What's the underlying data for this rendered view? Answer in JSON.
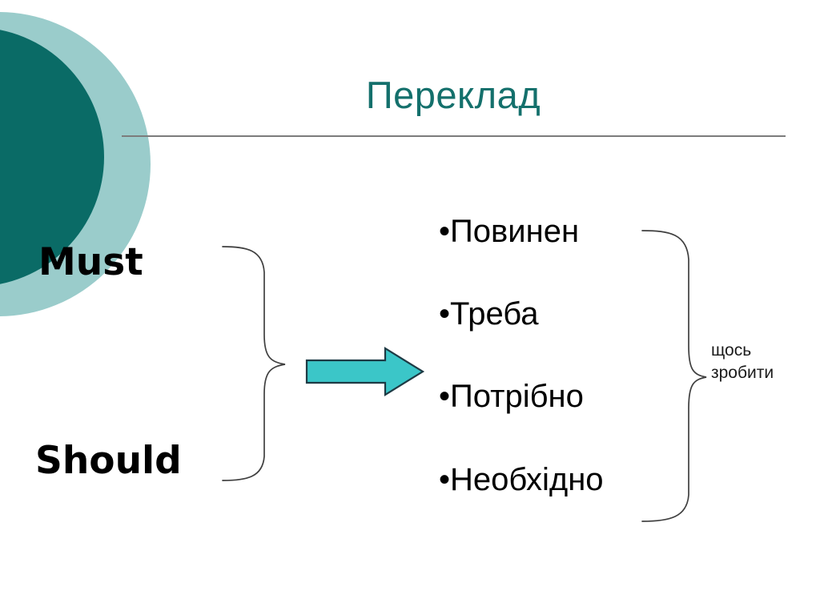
{
  "slide": {
    "title": "Переклад",
    "language": "uk",
    "background_color": "#ffffff"
  },
  "decor": {
    "circle_dark_color": "#0A6B66",
    "circle_light_color": "#9ACCCB",
    "rule_color": "#7c7c7c",
    "title_color": "#14706C",
    "arrow_fill": "#3BC6C8",
    "arrow_stroke": "#1e3a44",
    "brace_color": "#3f3f3f"
  },
  "source_terms": {
    "items": [
      {
        "label": "Must"
      },
      {
        "label": "Should"
      }
    ]
  },
  "arrow": {
    "icon": "right-arrow-icon",
    "direction": "right"
  },
  "translations": {
    "bullet_glyph": "•",
    "items": [
      {
        "label": "Повинен"
      },
      {
        "label": "Треба"
      },
      {
        "label": "Потрібно"
      },
      {
        "label": "Необхідно"
      }
    ]
  },
  "annotation": {
    "lines": [
      "щось",
      "зробити"
    ]
  }
}
